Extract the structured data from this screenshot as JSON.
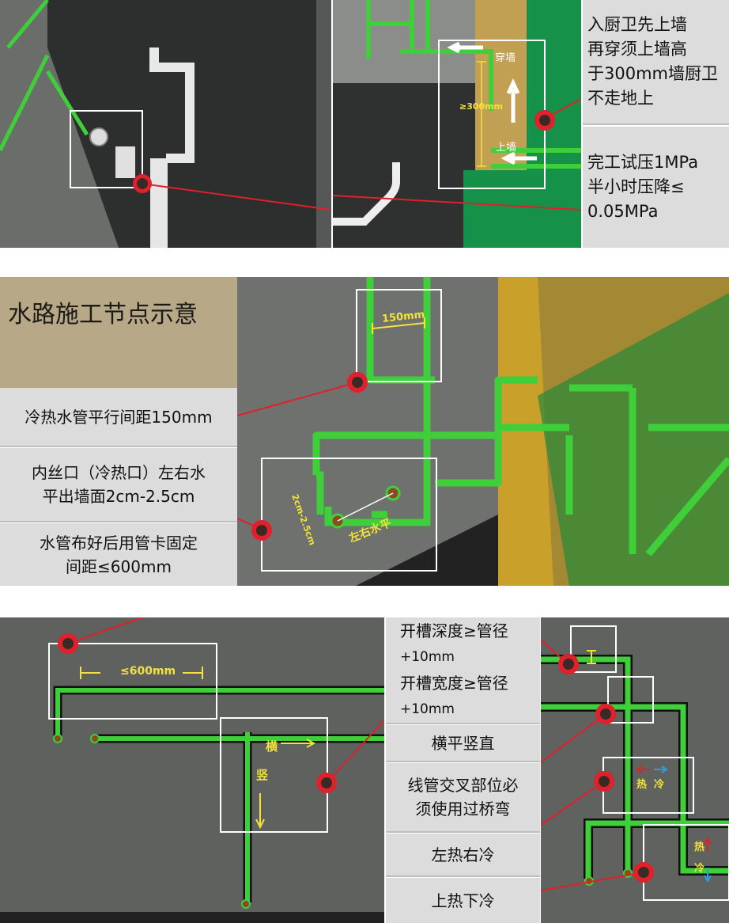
{
  "section1": {
    "labels": {
      "through_wall": "穿墙",
      "min_height": "≥300mm",
      "up_wall": "上墙"
    },
    "notes": [
      {
        "lines": [
          "入厨卫先上墙",
          "再穿须上墙高",
          "于300mm墙厨卫",
          "不走地上"
        ]
      },
      {
        "lines": [
          "完工试压1MPa",
          "半小时压降≤",
          "0.05MPa"
        ]
      }
    ]
  },
  "section2": {
    "title": "水路施工节点示意",
    "notes": [
      {
        "lines": [
          "冷热水管平行间距150mm"
        ]
      },
      {
        "lines": [
          "内丝口（冷热口）左右水",
          "平出墙面2cm-2.5cm"
        ]
      },
      {
        "lines": [
          "水管布好后用管卡固定",
          "间距≤600mm"
        ]
      }
    ],
    "labels": {
      "spacing": "150mm",
      "protrusion": "2cm-2.5cm",
      "level": "左右水平"
    }
  },
  "section3": {
    "labels": {
      "clip_spacing": "≤600mm",
      "horizontal": "横",
      "vertical": "竖",
      "hot": "热",
      "cold": "冷",
      "depth_mark": "工"
    },
    "notes": [
      {
        "lines": [
          "开槽深度≥管径",
          "+10mm",
          "开槽宽度≥管径",
          "+10mm"
        ]
      },
      {
        "lines": [
          "横平竖直"
        ]
      },
      {
        "lines": [
          "线管交叉部位必",
          "须使用过桥弯"
        ]
      },
      {
        "lines": [
          "左热右冷"
        ]
      },
      {
        "lines": [
          "上热下冷"
        ]
      }
    ]
  },
  "colors": {
    "pipe": "#3fcf3a",
    "marker": "#e0202a",
    "annotation": "#f2e23a",
    "panel": "#dcdcdc",
    "title_bg": "#b7a888"
  }
}
